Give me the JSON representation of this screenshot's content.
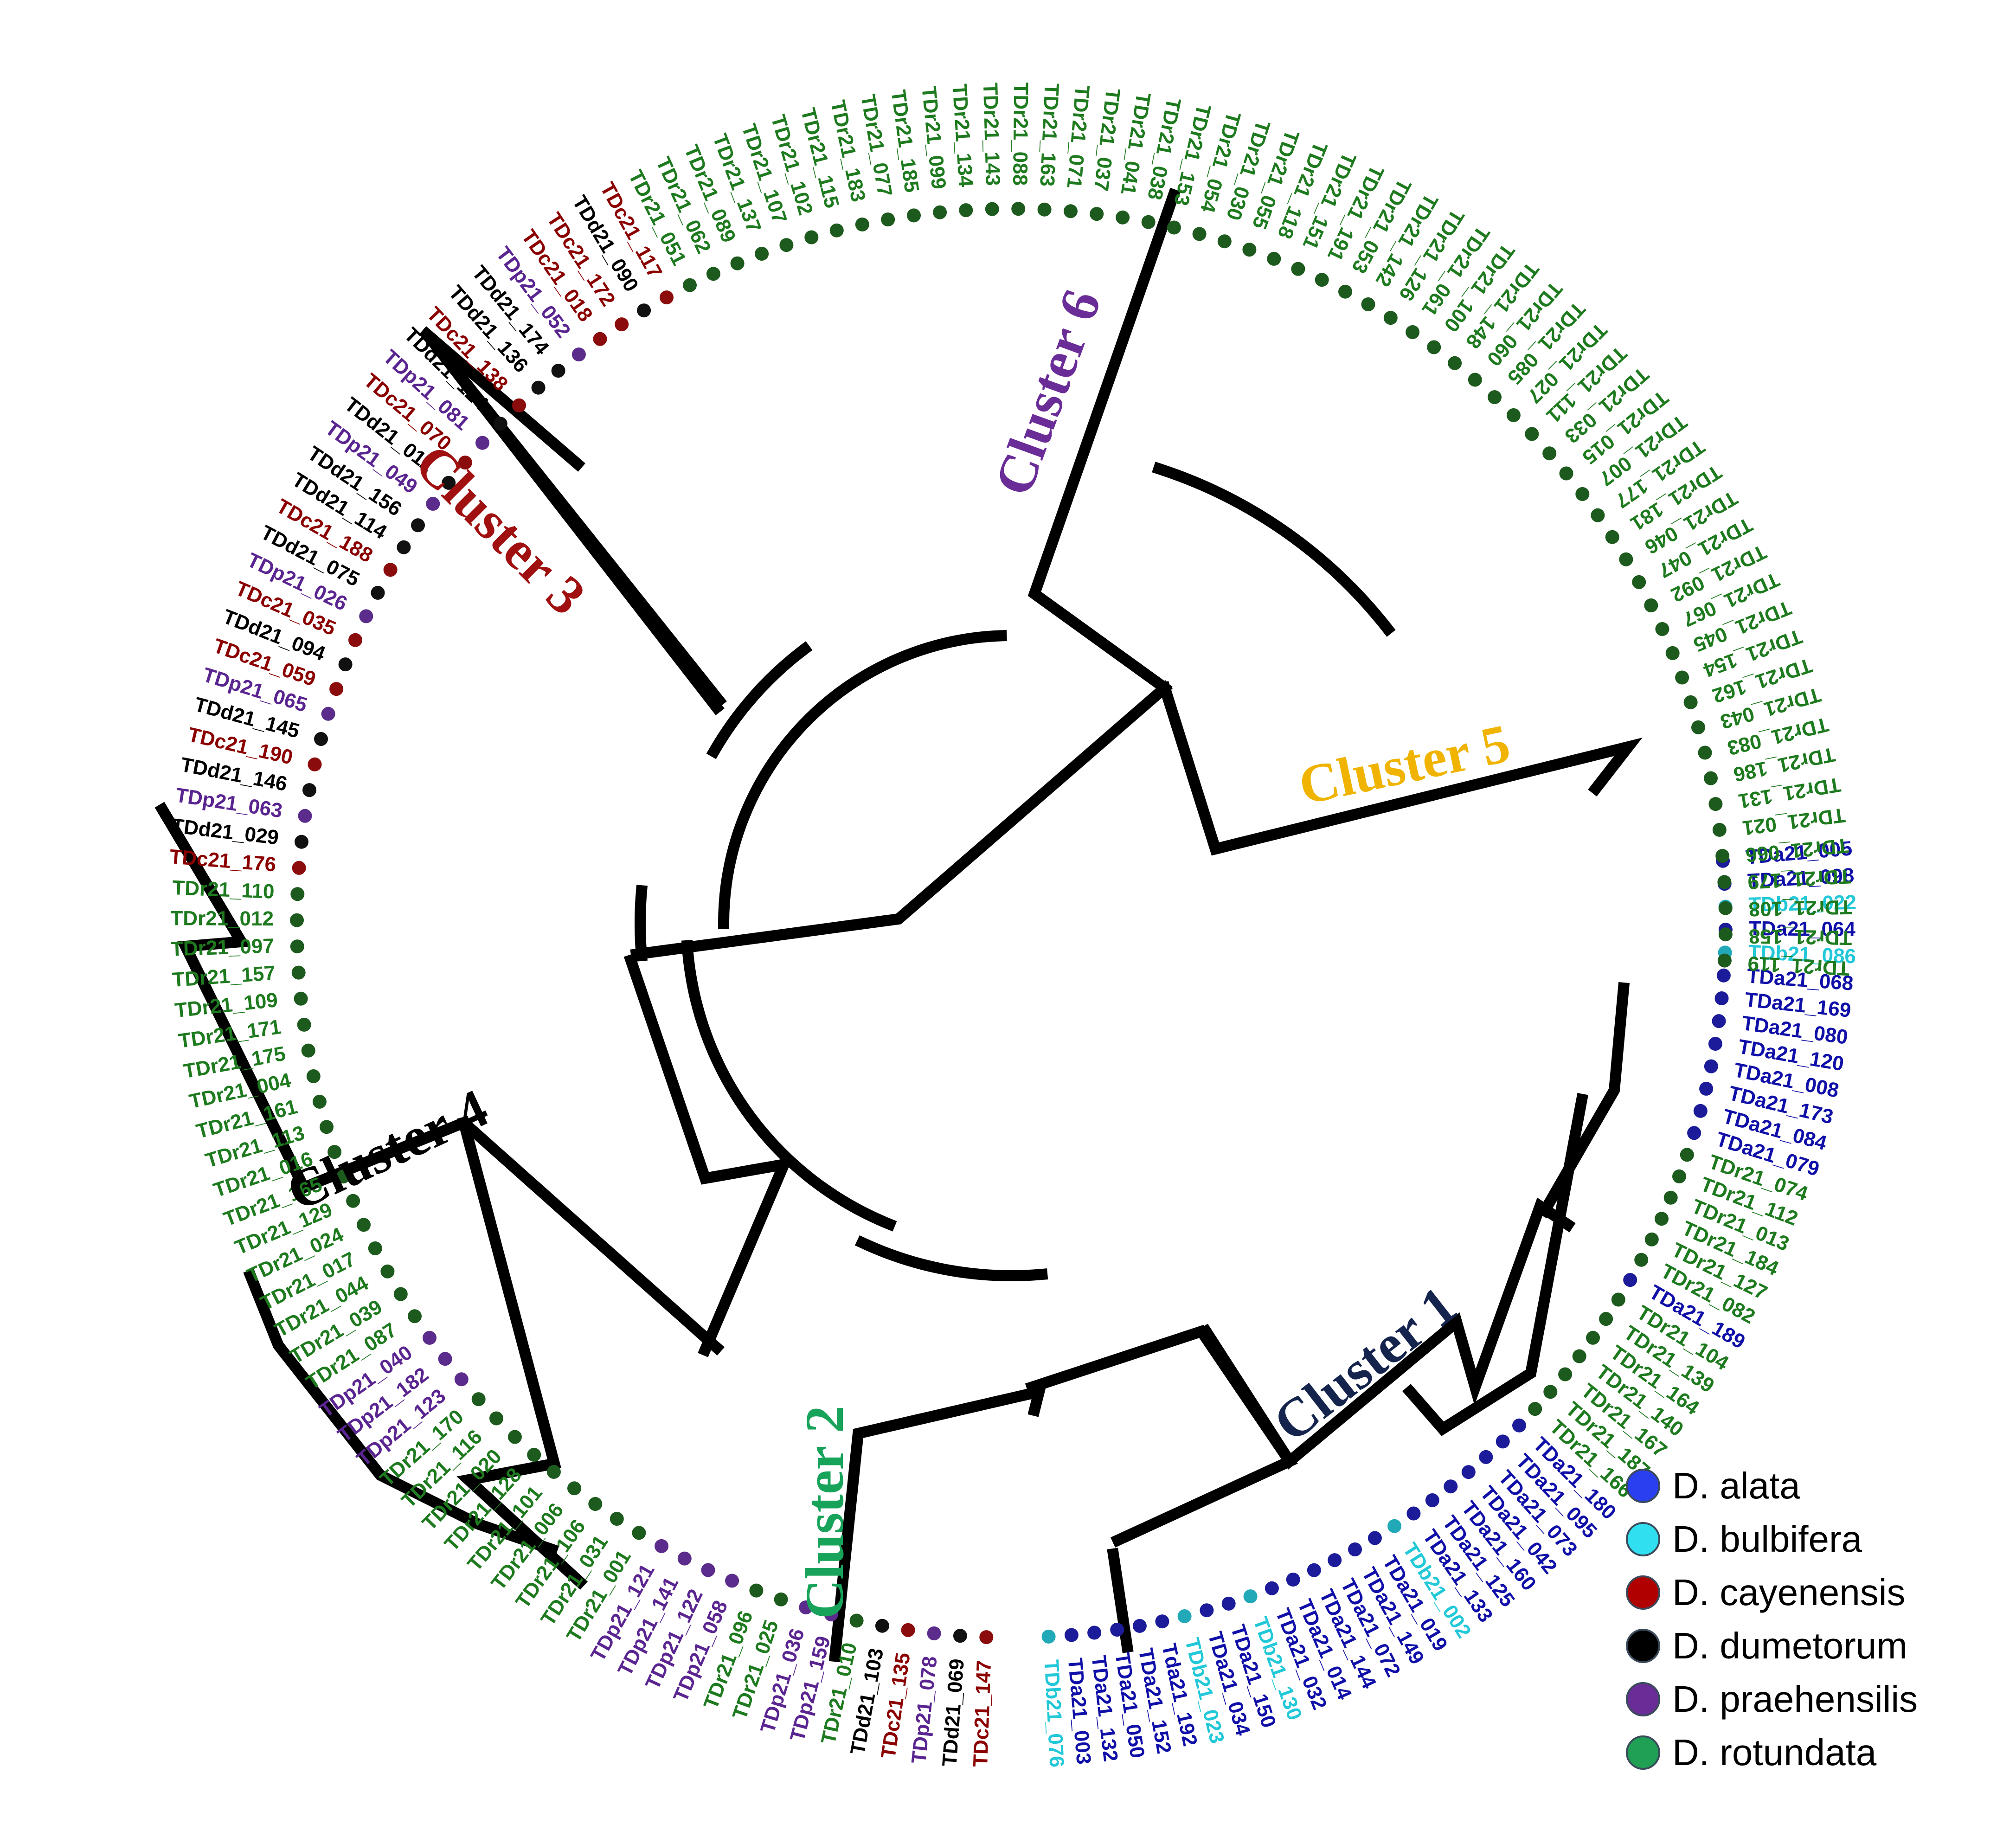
{
  "species_colors": {
    "alata": "#1010a8",
    "bulbifera": "#22c8d8",
    "cayenensis": "#8b0000",
    "dumetorum": "#000000",
    "praehensilis": "#5a2590",
    "rotundata": "#1e7a1e"
  },
  "tips_right": [
    {
      "label": "TDa21_005",
      "sp": "alata"
    },
    {
      "label": "TDa21_098",
      "sp": "alata"
    },
    {
      "label": "TDb21_022",
      "sp": "bulbifera"
    },
    {
      "label": "TDa21_064",
      "sp": "alata"
    },
    {
      "label": "TDb21_086",
      "sp": "bulbifera"
    },
    {
      "label": "TDa21_068",
      "sp": "alata"
    },
    {
      "label": "TDa21_169",
      "sp": "alata"
    },
    {
      "label": "TDa21_080",
      "sp": "alata"
    },
    {
      "label": "TDa21_120",
      "sp": "alata"
    },
    {
      "label": "TDa21_008",
      "sp": "alata"
    },
    {
      "label": "TDa21_173",
      "sp": "alata"
    },
    {
      "label": "TDa21_084",
      "sp": "alata"
    },
    {
      "label": "TDa21_079",
      "sp": "alata"
    },
    {
      "label": "TDr21_074",
      "sp": "rotundata"
    },
    {
      "label": "TDr21_112",
      "sp": "rotundata"
    },
    {
      "label": "TDr21_013",
      "sp": "rotundata"
    },
    {
      "label": "TDr21_184",
      "sp": "rotundata"
    },
    {
      "label": "TDr21_127",
      "sp": "rotundata"
    },
    {
      "label": "TDr21_082",
      "sp": "rotundata"
    },
    {
      "label": "TDa21_189",
      "sp": "alata"
    },
    {
      "label": "TDr21_104",
      "sp": "rotundata"
    },
    {
      "label": "TDr21_139",
      "sp": "rotundata"
    },
    {
      "label": "TDr21_164",
      "sp": "rotundata"
    },
    {
      "label": "TDr21_140",
      "sp": "rotundata"
    },
    {
      "label": "TDr21_167",
      "sp": "rotundata"
    },
    {
      "label": "TDr21_187",
      "sp": "rotundata"
    },
    {
      "label": "TDr21_166",
      "sp": "rotundata"
    },
    {
      "label": "TDa21_180",
      "sp": "alata"
    },
    {
      "label": "TDa21_095",
      "sp": "alata"
    },
    {
      "label": "TDa21_073",
      "sp": "alata"
    },
    {
      "label": "TDa21_042",
      "sp": "alata"
    },
    {
      "label": "TDa21_160",
      "sp": "alata"
    },
    {
      "label": "TDa21_125",
      "sp": "alata"
    },
    {
      "label": "TDa21_133",
      "sp": "alata"
    },
    {
      "label": "TDb21_002",
      "sp": "bulbifera"
    },
    {
      "label": "TDa21_019",
      "sp": "alata"
    },
    {
      "label": "TDa21_149",
      "sp": "alata"
    },
    {
      "label": "TDa21_072",
      "sp": "alata"
    },
    {
      "label": "TDa21_144",
      "sp": "alata"
    },
    {
      "label": "TDa21_014",
      "sp": "alata"
    },
    {
      "label": "TDa21_032",
      "sp": "alata"
    },
    {
      "label": "TDb21_130",
      "sp": "bulbifera"
    },
    {
      "label": "TDa21_150",
      "sp": "alata"
    },
    {
      "label": "TDa21_034",
      "sp": "alata"
    },
    {
      "label": "TDb21_023",
      "sp": "bulbifera"
    },
    {
      "label": "Tda21_192",
      "sp": "alata"
    },
    {
      "label": "TDa21_152",
      "sp": "alata"
    },
    {
      "label": "TDa21_050",
      "sp": "alata"
    },
    {
      "label": "TDa21_132",
      "sp": "alata"
    },
    {
      "label": "TDa21_003",
      "sp": "alata"
    },
    {
      "label": "TDb21_076",
      "sp": "bulbifera"
    }
  ],
  "tips_left": [
    {
      "label": "TDc21_147",
      "sp": "cayenensis"
    },
    {
      "label": "TDd21_069",
      "sp": "dumetorum"
    },
    {
      "label": "TDp21_078",
      "sp": "praehensilis"
    },
    {
      "label": "TDc21_135",
      "sp": "cayenensis"
    },
    {
      "label": "TDd21_103",
      "sp": "dumetorum"
    },
    {
      "label": "TDr21_010",
      "sp": "rotundata"
    },
    {
      "label": "TDp21_159",
      "sp": "praehensilis"
    },
    {
      "label": "TDp21_036",
      "sp": "praehensilis"
    },
    {
      "label": "TDr21_025",
      "sp": "rotundata"
    },
    {
      "label": "TDr21_096",
      "sp": "rotundata"
    },
    {
      "label": "TDp21_058",
      "sp": "praehensilis"
    },
    {
      "label": "TDp21_122",
      "sp": "praehensilis"
    },
    {
      "label": "TDp21_141",
      "sp": "praehensilis"
    },
    {
      "label": "TDp21_121",
      "sp": "praehensilis"
    },
    {
      "label": "TDr21_001",
      "sp": "rotundata"
    },
    {
      "label": "TDr21_031",
      "sp": "rotundata"
    },
    {
      "label": "TDr21_106",
      "sp": "rotundata"
    },
    {
      "label": "TDr21_006",
      "sp": "rotundata"
    },
    {
      "label": "TDr21_101",
      "sp": "rotundata"
    },
    {
      "label": "TDr21_128",
      "sp": "rotundata"
    },
    {
      "label": "TDr21_020",
      "sp": "rotundata"
    },
    {
      "label": "TDr21_116",
      "sp": "rotundata"
    },
    {
      "label": "TDr21_170",
      "sp": "rotundata"
    },
    {
      "label": "TDp21_123",
      "sp": "praehensilis"
    },
    {
      "label": "TDp21_182",
      "sp": "praehensilis"
    },
    {
      "label": "TDp21_040",
      "sp": "praehensilis"
    },
    {
      "label": "TDr21_087",
      "sp": "rotundata"
    },
    {
      "label": "TDr21_039",
      "sp": "rotundata"
    },
    {
      "label": "TDr21_044",
      "sp": "rotundata"
    },
    {
      "label": "TDr21_017",
      "sp": "rotundata"
    },
    {
      "label": "TDr21_024",
      "sp": "rotundata"
    },
    {
      "label": "TDr21_129",
      "sp": "rotundata"
    },
    {
      "label": "TDr21_165",
      "sp": "rotundata"
    },
    {
      "label": "TDr21_016",
      "sp": "rotundata"
    },
    {
      "label": "TDr21_113",
      "sp": "rotundata"
    },
    {
      "label": "TDr21_161",
      "sp": "rotundata"
    },
    {
      "label": "TDr21_004",
      "sp": "rotundata"
    },
    {
      "label": "TDr21_175",
      "sp": "rotundata"
    },
    {
      "label": "TDr21_171",
      "sp": "rotundata"
    },
    {
      "label": "TDr21_109",
      "sp": "rotundata"
    },
    {
      "label": "TDr21_157",
      "sp": "rotundata"
    },
    {
      "label": "TDr21_097",
      "sp": "rotundata"
    },
    {
      "label": "TDr21_012",
      "sp": "rotundata"
    },
    {
      "label": "TDr21_110",
      "sp": "rotundata"
    },
    {
      "label": "TDc21_176",
      "sp": "cayenensis"
    },
    {
      "label": "TDd21_029",
      "sp": "dumetorum"
    },
    {
      "label": "TDp21_063",
      "sp": "praehensilis"
    },
    {
      "label": "TDd21_146",
      "sp": "dumetorum"
    },
    {
      "label": "TDc21_190",
      "sp": "cayenensis"
    },
    {
      "label": "TDd21_145",
      "sp": "dumetorum"
    },
    {
      "label": "TDp21_065",
      "sp": "praehensilis"
    },
    {
      "label": "TDc21_059",
      "sp": "cayenensis"
    },
    {
      "label": "TDd21_094",
      "sp": "dumetorum"
    },
    {
      "label": "TDc21_035",
      "sp": "cayenensis"
    },
    {
      "label": "TDp21_026",
      "sp": "praehensilis"
    },
    {
      "label": "TDd21_075",
      "sp": "dumetorum"
    },
    {
      "label": "TDc21_188",
      "sp": "cayenensis"
    },
    {
      "label": "TDd21_114",
      "sp": "dumetorum"
    },
    {
      "label": "TDd21_156",
      "sp": "dumetorum"
    },
    {
      "label": "TDp21_049",
      "sp": "praehensilis"
    },
    {
      "label": "TDd21_011",
      "sp": "dumetorum"
    },
    {
      "label": "TDc21_070",
      "sp": "cayenensis"
    },
    {
      "label": "TDp21_081",
      "sp": "praehensilis"
    },
    {
      "label": "TDd21_124",
      "sp": "dumetorum"
    },
    {
      "label": "TDc21_138",
      "sp": "cayenensis"
    },
    {
      "label": "TDd21_136",
      "sp": "dumetorum"
    },
    {
      "label": "TDd21_174",
      "sp": "dumetorum"
    },
    {
      "label": "TDp21_052",
      "sp": "praehensilis"
    },
    {
      "label": "TDc21_018",
      "sp": "cayenensis"
    },
    {
      "label": "TDc21_172",
      "sp": "cayenensis"
    },
    {
      "label": "TDd21_090",
      "sp": "dumetorum"
    },
    {
      "label": "TDc21_117",
      "sp": "cayenensis"
    },
    {
      "label": "TDr21_051",
      "sp": "rotundata"
    },
    {
      "label": "TDr21_062",
      "sp": "rotundata"
    },
    {
      "label": "TDr21_089",
      "sp": "rotundata"
    },
    {
      "label": "TDr21_137",
      "sp": "rotundata"
    },
    {
      "label": "TDr21_107",
      "sp": "rotundata"
    },
    {
      "label": "TDr21_102",
      "sp": "rotundata"
    },
    {
      "label": "TDr21_115",
      "sp": "rotundata"
    },
    {
      "label": "TDr21_183",
      "sp": "rotundata"
    },
    {
      "label": "TDr21_077",
      "sp": "rotundata"
    },
    {
      "label": "TDr21_185",
      "sp": "rotundata"
    },
    {
      "label": "TDr21_099",
      "sp": "rotundata"
    },
    {
      "label": "TDr21_134",
      "sp": "rotundata"
    },
    {
      "label": "TDr21_143",
      "sp": "rotundata"
    },
    {
      "label": "TDr21_088",
      "sp": "rotundata"
    },
    {
      "label": "TDr21_163",
      "sp": "rotundata"
    },
    {
      "label": "TDr21_071",
      "sp": "rotundata"
    },
    {
      "label": "TDr21_037",
      "sp": "rotundata"
    },
    {
      "label": "TDr21_041",
      "sp": "rotundata"
    },
    {
      "label": "TDr21_038",
      "sp": "rotundata"
    },
    {
      "label": "TDr21_153",
      "sp": "rotundata"
    },
    {
      "label": "TDr21_054",
      "sp": "rotundata"
    },
    {
      "label": "TDr21_030",
      "sp": "rotundata"
    },
    {
      "label": "TDr21_055",
      "sp": "rotundata"
    },
    {
      "label": "TDr21_118",
      "sp": "rotundata"
    },
    {
      "label": "TDr21_151",
      "sp": "rotundata"
    },
    {
      "label": "TDr21_191",
      "sp": "rotundata"
    },
    {
      "label": "TDr21_053",
      "sp": "rotundata"
    },
    {
      "label": "TDr21_142",
      "sp": "rotundata"
    },
    {
      "label": "TDr21_126",
      "sp": "rotundata"
    },
    {
      "label": "TDr21_061",
      "sp": "rotundata"
    },
    {
      "label": "TDr21_100",
      "sp": "rotundata"
    },
    {
      "label": "TDr21_148",
      "sp": "rotundata"
    },
    {
      "label": "TDr21_060",
      "sp": "rotundata"
    },
    {
      "label": "TDr21_085",
      "sp": "rotundata"
    },
    {
      "label": "TDr21_027",
      "sp": "rotundata"
    },
    {
      "label": "TDr21_111",
      "sp": "rotundata"
    },
    {
      "label": "TDr21_033",
      "sp": "rotundata"
    },
    {
      "label": "TDr21_015",
      "sp": "rotundata"
    },
    {
      "label": "TDr21_007",
      "sp": "rotundata"
    },
    {
      "label": "TDr21_177",
      "sp": "rotundata"
    },
    {
      "label": "TDr21_181",
      "sp": "rotundata"
    },
    {
      "label": "TDr21_046",
      "sp": "rotundata"
    },
    {
      "label": "TDr21_047",
      "sp": "rotundata"
    },
    {
      "label": "TDr21_092",
      "sp": "rotundata"
    },
    {
      "label": "TDr21_067",
      "sp": "rotundata"
    },
    {
      "label": "TDr21_045",
      "sp": "rotundata"
    },
    {
      "label": "TDr21_154",
      "sp": "rotundata"
    },
    {
      "label": "TDr21_162",
      "sp": "rotundata"
    },
    {
      "label": "TDr21_043",
      "sp": "rotundata"
    },
    {
      "label": "TDr21_083",
      "sp": "rotundata"
    },
    {
      "label": "TDr21_186",
      "sp": "rotundata"
    },
    {
      "label": "TDr21_131",
      "sp": "rotundata"
    },
    {
      "label": "TDr21_021",
      "sp": "rotundata"
    },
    {
      "label": "TDr21_066",
      "sp": "rotundata"
    },
    {
      "label": "TDr21_179",
      "sp": "rotundata"
    },
    {
      "label": "TDr21_108",
      "sp": "rotundata"
    },
    {
      "label": "TDr21_158",
      "sp": "rotundata"
    },
    {
      "label": "TDr21_119",
      "sp": "rotundata"
    }
  ],
  "clusters": [
    {
      "label": "Cluster 1",
      "color": "#15244d"
    },
    {
      "label": "Cluster 2",
      "color": "#17a35a"
    },
    {
      "label": "Cluster 3",
      "color": "#a01010"
    },
    {
      "label": "Cluster 4",
      "color": "#000000"
    },
    {
      "label": "Cluster 5",
      "color": "#f0b400"
    },
    {
      "label": "Cluster 6",
      "color": "#6a2c96"
    }
  ],
  "legend": [
    {
      "label": "D. alata",
      "color": "#2a3ff0"
    },
    {
      "label": "D. bulbifera",
      "color": "#30e0f0"
    },
    {
      "label": "D. cayenensis",
      "color": "#b00000"
    },
    {
      "label": "D. dumetorum",
      "color": "#000000"
    },
    {
      "label": "D. praehensilis",
      "color": "#6a2c96"
    },
    {
      "label": "D. rotundata",
      "color": "#1fa055"
    }
  ]
}
